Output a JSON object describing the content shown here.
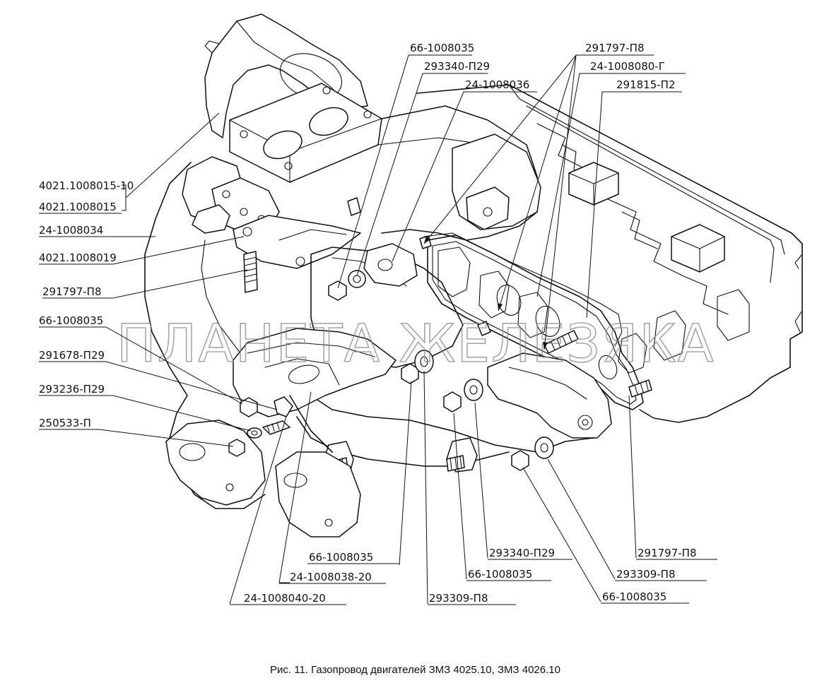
{
  "caption": "Рис. 11. Газопровод двигателей ЗМЗ 4025.10, ЗМЗ 4026.10",
  "watermark": "ПЛАНЕТА ЖЕЛЕЗЯКА",
  "labels": {
    "l_66_top": "66-1008035",
    "l_293340_top": "293340-П29",
    "l_24_1008036": "24-1008036",
    "l_291797_top": "291797-П8",
    "l_24_1008080": "24-1008080-Г",
    "l_291815": "291815-П2",
    "l_4021_10": "4021.1008015-10",
    "l_4021": "4021.1008015",
    "l_24_1008034": "24-1008034",
    "l_4021_019": "4021.1008019",
    "l_291797_left": "291797-П8",
    "l_66_left": "66-1008035",
    "l_291678": "291678-П29",
    "l_293236": "293236-П29",
    "l_250533": "250533-П",
    "l_66_bot1": "66-1008035",
    "l_24_1008038": "24-1008038-20",
    "l_24_1008040": "24-1008040-20",
    "l_293309_bot": "293309-П8",
    "l_293340_bot": "293340-П29",
    "l_66_bot2": "66-1008035",
    "l_291797_right": "291797-П8",
    "l_293309_right": "293309-П8",
    "l_66_bot3": "66-1008035"
  }
}
